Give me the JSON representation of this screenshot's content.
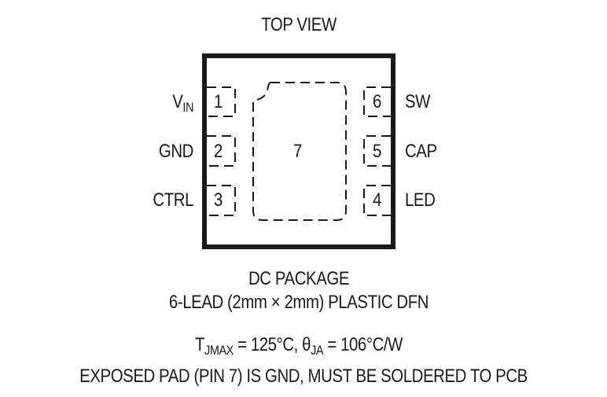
{
  "title": "TOP VIEW",
  "package": {
    "name": "DC PACKAGE",
    "description": "6-LEAD (2mm × 2mm) PLASTIC DFN"
  },
  "pins_left": [
    {
      "number": "1",
      "label_main": "V",
      "label_sub": "IN"
    },
    {
      "number": "2",
      "label_main": "GND",
      "label_sub": ""
    },
    {
      "number": "3",
      "label_main": "CTRL",
      "label_sub": ""
    }
  ],
  "pins_right": [
    {
      "number": "6",
      "label": "SW"
    },
    {
      "number": "5",
      "label": "CAP"
    },
    {
      "number": "4",
      "label": "LED"
    }
  ],
  "exposed_pad": {
    "number": "7"
  },
  "thermal": {
    "tj_main": "T",
    "tj_sub": "JMAX",
    "tj_value": " = 125°C, ",
    "theta_main": "θ",
    "theta_sub": "JA",
    "theta_value": " = 106°C/W"
  },
  "note": "EXPOSED PAD (PIN 7) IS GND, MUST BE SOLDERED TO PCB",
  "colors": {
    "ink": "#1a1a1a",
    "background": "#ffffff"
  }
}
